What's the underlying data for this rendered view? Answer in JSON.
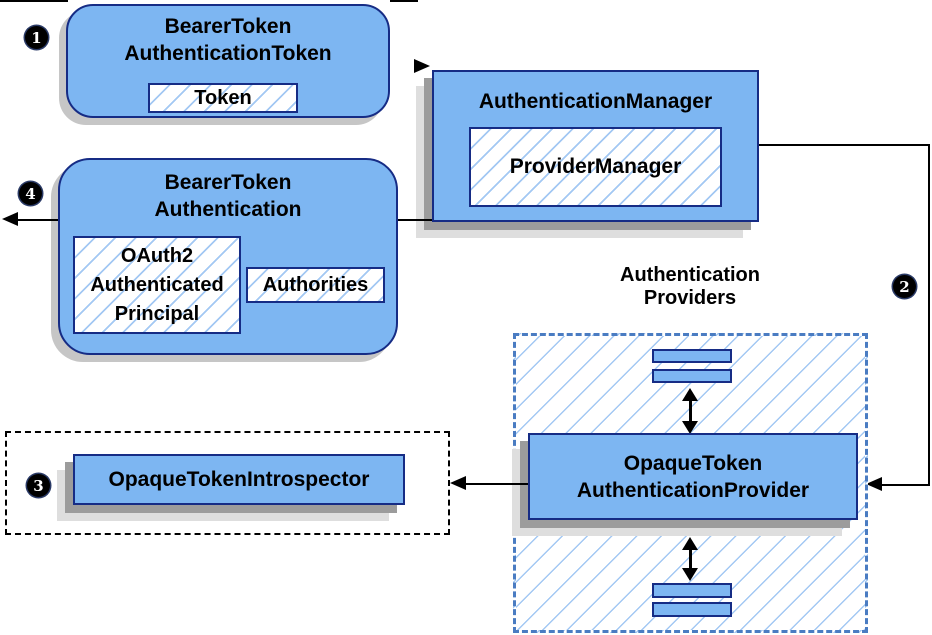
{
  "steps": {
    "one": "1",
    "two": "2",
    "three": "3",
    "four": "4"
  },
  "nodes": {
    "bearer_token_authentication_token": {
      "title": "BearerToken\nAuthenticationToken",
      "inner": "Token"
    },
    "authentication_manager": {
      "title": "AuthenticationManager",
      "inner": "ProviderManager"
    },
    "bearer_token_authentication": {
      "title": "BearerToken\nAuthentication",
      "principal": "OAuth2\nAuthenticated\nPrincipal",
      "authorities": "Authorities"
    },
    "authentication_providers": {
      "label": "Authentication\nProviders",
      "provider": "OpaqueToken\nAuthenticationProvider"
    },
    "opaque_token_introspector": {
      "label": "OpaqueTokenIntrospector"
    }
  },
  "colors": {
    "box_fill": "#7db6f2",
    "box_border": "#162c85",
    "hatch_line": "#a3c8f3",
    "dashed_blue": "#4a7cc2",
    "shadow_dark": "#9c9c9c",
    "shadow_light": "#dedede",
    "rounded_shadow": "#c6c6c6",
    "line": "#000000",
    "badge_bg": "#000000",
    "badge_fg": "#ffffff",
    "text": "#000000"
  }
}
